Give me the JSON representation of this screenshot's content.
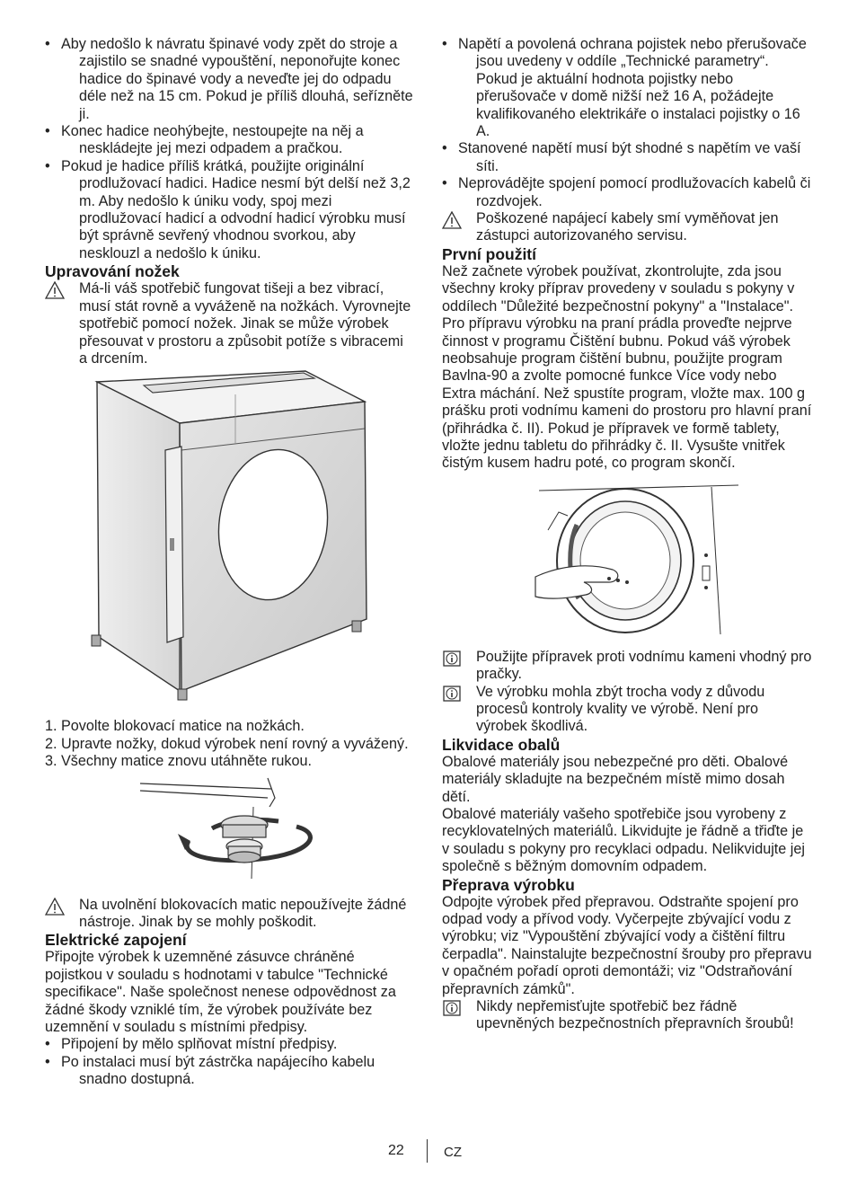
{
  "left": {
    "bullets1": [
      "Aby nedošlo k návratu špinavé vody zpět do stroje a zajistilo se snadné vypouštění, neponořujte konec hadice do špinavé vody a neveďte jej do odpadu déle než na 15 cm. Pokud je příliš dlouhá, seřízněte ji.",
      "Konec hadice neohýbejte, nestoupejte na něj a neskládejte jej mezi odpadem a pračkou.",
      "Pokud je hadice příliš krátká, použijte originální prodlužovací hadici. Hadice nesmí být delší než 3,2 m. Aby nedošlo k úniku vody, spoj mezi prodlužovací hadicí a odvodní hadicí výrobku musí být správně sevřený vhodnou svorkou, aby nesklouzl a nedošlo k úniku."
    ],
    "h_feet": "Upravování nožek",
    "warn_feet": "Má-li váš spotřebič fungovat tišeji a bez vibrací, musí stát rovně a vyváženě na nožkách. Vyrovnejte spotřebič pomocí nožek. Jinak se může výrobek přesouvat v prostoru a způsobit potíže s vibracemi a drcením.",
    "steps": [
      {
        "n": "1.",
        "text": "Povolte blokovací matice na nožkách."
      },
      {
        "n": "2.",
        "text": "Upravte nožky, dokud výrobek není rovný a vyvážený."
      },
      {
        "n": "3.",
        "text": "Všechny matice znovu utáhněte rukou."
      }
    ],
    "warn_tools": "Na uvolnění blokovacích matic nepoužívejte žádné nástroje. Jinak by se mohly poškodit.",
    "h_elec": "Elektrické zapojení",
    "p_elec": "Připojte výrobek k uzemněné zásuvce chráněné pojistkou v souladu s hodnotami v tabulce \"Technické specifikace\". Naše společnost nenese odpovědnost za žádné škody vzniklé tím, že výrobek používáte bez uzemnění v souladu s místními předpisy.",
    "bullets2": [
      "Připojení by mělo splňovat místní předpisy.",
      "Po instalaci musí být zástrčka napájecího kabelu snadno dostupná."
    ]
  },
  "right": {
    "bullets1": [
      "Napětí a povolená ochrana pojistek nebo přerušovače jsou uvedeny v oddíle „Technické parametry“. Pokud je aktuální hodnota pojistky nebo přerušovače v domě nižší než 16 A, požádejte kvalifikovaného elektrikáře o instalaci pojistky o 16 A.",
      "Stanovené napětí musí být shodné s napětím ve vaší síti.",
      "Neprovádějte spojení pomocí prodlužovacích kabelů či rozdvojek."
    ],
    "warn_cables": "Poškozené napájecí kabely smí vyměňovat jen zástupci autorizovaného servisu.",
    "h_first": "První použití",
    "p_first1": "Než začnete výrobek používat, zkontrolujte, zda jsou všechny kroky příprav provedeny v souladu s pokyny v oddílech \"Důležité bezpečnostní pokyny\" a \"Instalace\".",
    "p_first2": "Pro přípravu výrobku na praní prádla proveďte nejprve činnost v programu Čištění bubnu. Pokud váš výrobek neobsahuje program čištění bubnu, použijte program Bavlna-90 a zvolte pomocné funkce Více vody nebo Extra máchání. Než spustíte program, vložte max. 100 g prášku proti vodnímu kameni do prostoru pro hlavní praní (přihrádka č. II). Pokud je přípravek ve formě tablety, vložte jednu tabletu do přihrádky č. II. Vysušte vnitřek čistým kusem hadru poté, co program skončí.",
    "info1": "Použijte přípravek proti vodnímu kameni vhodný pro pračky.",
    "info2": "Ve výrobku mohla zbýt trocha vody z důvodu procesů kontroly kvality ve výrobě. Není pro výrobek škodlivá.",
    "h_pack": "Likvidace obalů",
    "p_pack1": "Obalové materiály jsou nebezpečné pro děti. Obalové materiály skladujte na bezpečném místě mimo dosah dětí.",
    "p_pack2": "Obalové materiály vašeho spotřebiče jsou vyrobeny z recyklovatelných materiálů. Likvidujte je řádně a třiďte je v souladu s pokyny pro recyklaci odpadu. Nelikvidujte jej společně s běžným domovním odpadem.",
    "h_transport": "Přeprava výrobku",
    "p_transport": "Odpojte výrobek před přepravou. Odstraňte spojení pro odpad vody a přívod vody. Vyčerpejte zbývající vodu z výrobku; viz \"Vypouštění zbývající vody a čištění filtru čerpadla\". Nainstalujte bezpečnostní šrouby pro přepravu v opačném pořadí oproti demontáži; viz \"Odstraňování přepravních zámků\".",
    "info3": "Nikdy nepřemisťujte spotřebič bez řádně upevněných bezpečnostních přepravních šroubů!"
  },
  "footer": {
    "page": "22",
    "lang": "CZ"
  },
  "icons": {
    "warning": "warning-triangle-icon",
    "info": "info-icon"
  }
}
